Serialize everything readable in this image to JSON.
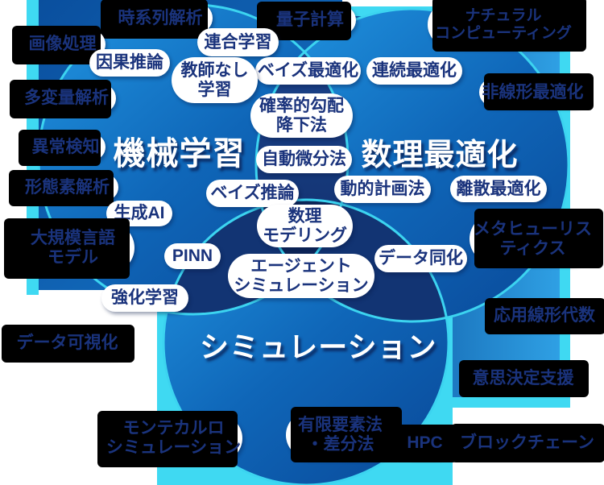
{
  "diagram": {
    "type": "venn-diagram",
    "circles": [
      {
        "id": "machine-learning",
        "title": "機械学習"
      },
      {
        "id": "mathematical-optimization",
        "title": "数理最適化"
      },
      {
        "id": "simulation",
        "title": "シミュレーション"
      }
    ],
    "labels": [
      {
        "id": "time-series-analysis",
        "text": "時系列解析"
      },
      {
        "id": "image-processing",
        "text": "画像処理"
      },
      {
        "id": "quantum-computing",
        "text": "量子計算"
      },
      {
        "id": "natural-computing",
        "text": "ナチュラル\nコンピューティング"
      },
      {
        "id": "federated-learning",
        "text": "連合学習"
      },
      {
        "id": "causal-inference",
        "text": "因果推論"
      },
      {
        "id": "bayesian-optimization",
        "text": "ベイズ最適化"
      },
      {
        "id": "continuous-optimization",
        "text": "連続最適化"
      },
      {
        "id": "unsupervised-learning",
        "text": "教師なし\n学習"
      },
      {
        "id": "nonlinear-optimization",
        "text": "非線形最適化"
      },
      {
        "id": "multivariate-analysis",
        "text": "多変量解析"
      },
      {
        "id": "stochastic-gradient-descent",
        "text": "確率的勾配\n降下法"
      },
      {
        "id": "anomaly-detection",
        "text": "異常検知"
      },
      {
        "id": "automatic-differentiation",
        "text": "自動微分法"
      },
      {
        "id": "morphological-analysis",
        "text": "形態素解析"
      },
      {
        "id": "bayesian-inference",
        "text": "ベイズ推論"
      },
      {
        "id": "dynamic-programming",
        "text": "動的計画法"
      },
      {
        "id": "discrete-optimization",
        "text": "離散最適化"
      },
      {
        "id": "generative-ai",
        "text": "生成AI"
      },
      {
        "id": "mathematical-modeling",
        "text": "数理\nモデリング"
      },
      {
        "id": "metaheuristics",
        "text": "メタヒューリス\nティクス"
      },
      {
        "id": "large-language-model",
        "text": "大規模言語\nモデル"
      },
      {
        "id": "pinn",
        "text": "PINN"
      },
      {
        "id": "agent-simulation",
        "text": "エージェント\nシミュレーション"
      },
      {
        "id": "data-assimilation",
        "text": "データ同化"
      },
      {
        "id": "reinforcement-learning",
        "text": "強化学習"
      },
      {
        "id": "applied-linear-algebra",
        "text": "応用線形代数"
      },
      {
        "id": "data-visualization",
        "text": "データ可視化"
      },
      {
        "id": "decision-support",
        "text": "意思決定支援"
      },
      {
        "id": "monte-carlo-simulation",
        "text": "モンテカルロ\nシミュレーション"
      },
      {
        "id": "fem-fdm",
        "text": "有限要素法\n・差分法"
      },
      {
        "id": "hpc",
        "text": "HPC"
      },
      {
        "id": "blockchain",
        "text": "ブロックチェーン"
      }
    ]
  },
  "colors": {
    "accent_cyan": "#3fd9f2",
    "circle_blue_light": "#2196e2",
    "circle_blue_dark": "#0a4c9c",
    "overlap_navy": "#14347a",
    "overlap_core": "#0c2558",
    "pill_background": "#ffffff",
    "pill_text": "#1a337c",
    "title_white": "#ffffff",
    "halo_black": "#000000"
  }
}
